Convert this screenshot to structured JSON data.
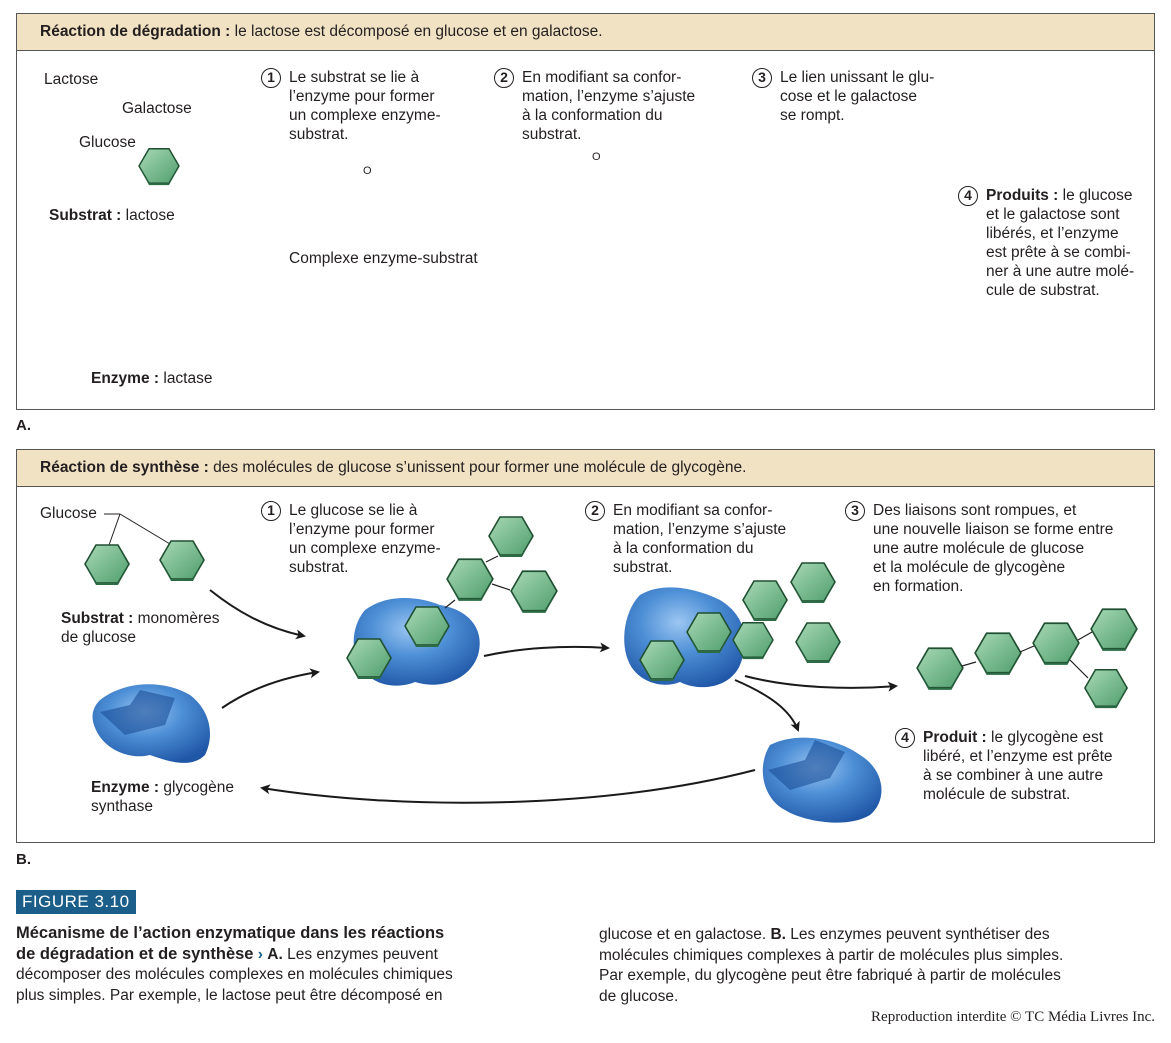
{
  "panel_a": {
    "header_bold": "Réaction de dégradation :",
    "header_text": " le lactose est décomposé en glucose et en galactose.",
    "labels": {
      "lactose": "Lactose",
      "galactose": "Galactose",
      "glucose": "Glucose",
      "substrat_bold": "Substrat :",
      "substrat_text": " lactose",
      "complexe": "Complexe enzyme-substrat",
      "enzyme_bold": "Enzyme :",
      "enzyme_text": " lactase",
      "bond_o": "O"
    },
    "steps": [
      {
        "num": "1",
        "lines": [
          "Le substrat se lie à",
          "l’enzyme pour former",
          "un complexe enzyme-",
          "substrat."
        ]
      },
      {
        "num": "2",
        "lines": [
          "En modifiant sa confor-",
          "mation, l’enzyme s’ajuste",
          "à la conformation du",
          "substrat."
        ]
      },
      {
        "num": "3",
        "lines": [
          "Le lien unissant le glu-",
          "cose et le galactose",
          "se rompt."
        ]
      },
      {
        "num": "4",
        "bold": "Produits :",
        "lines": [
          " le glucose",
          "et le galactose sont",
          "libérés, et l’enzyme",
          "est prête à se combi-",
          "ner à une autre molé-",
          "cule de substrat."
        ]
      }
    ],
    "letter": "A."
  },
  "panel_b": {
    "header_bold": "Réaction de synthèse :",
    "header_text": " des molécules de glucose s’unissent pour former une molécule de glycogène.",
    "labels": {
      "glucose": "Glucose",
      "substrat_bold": "Substrat :",
      "substrat_text": " monomères",
      "substrat_text2": "de glucose",
      "enzyme_bold": "Enzyme :",
      "enzyme_text": " glycogène",
      "enzyme_text2": "synthase"
    },
    "steps": [
      {
        "num": "1",
        "lines": [
          "Le glucose se lie à",
          "l’enzyme pour former",
          "un complexe enzyme-",
          "substrat."
        ]
      },
      {
        "num": "2",
        "lines": [
          "En modifiant sa confor-",
          "mation, l’enzyme s’ajuste",
          "à la conformation du",
          "substrat."
        ]
      },
      {
        "num": "3",
        "lines": [
          "Des liaisons sont rompues, et",
          "une nouvelle liaison se forme entre",
          "une autre molécule de glucose",
          "et la molécule de glycogène",
          "en formation."
        ]
      },
      {
        "num": "4",
        "bold": "Produit :",
        "lines": [
          " le glycogène est",
          "libéré, et l’enzyme est prête",
          "à se combiner à une autre",
          "molécule de substrat."
        ]
      }
    ],
    "letter": "B."
  },
  "figure": {
    "label": "FIGURE 3.10",
    "title_line1": "Mécanisme de l’action enzymatique dans les réactions",
    "title_line2": "de dégradation et de synthèse",
    "arrow": "›",
    "left_a_bold": "A.",
    "left_line2_text": " Les enzymes peuvent",
    "left_line3": "décomposer des molécules complexes en molécules chimiques",
    "left_line4": "plus simples. Par exemple, le lactose peut être décomposé en",
    "right_line1_a": "glucose et en galactose. ",
    "right_line1_bold": "B.",
    "right_line1_b": " Les enzymes peuvent synthétiser des",
    "right_line2": "molécules chimiques complexes à partir de molécules plus simples.",
    "right_line3": "Par exemple, du glycogène peut être fabriqué à partir de molécules",
    "right_line4": "de glucose."
  },
  "copyright": "Reproduction interdite © TC Média Livres Inc.",
  "colors": {
    "header_bg": "#f1e2c3",
    "enzyme_blue": "#3b7cc8",
    "glucose_green": "#6cb886",
    "galactose_tan": "#d4b47a",
    "figure_label_bg": "#1b5e8a"
  }
}
